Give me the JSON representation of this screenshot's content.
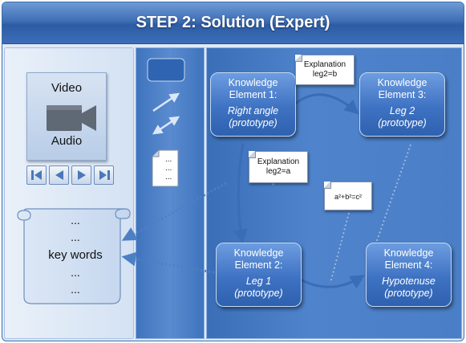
{
  "title": "STEP 2: Solution (Expert)",
  "media": {
    "video_label": "Video",
    "audio_label": "Audio",
    "camera_icon": "video-camera-icon",
    "controls": [
      "skip-back-icon",
      "rewind-icon",
      "play-icon",
      "skip-forward-icon"
    ]
  },
  "scroll": {
    "lines": [
      "...",
      "...",
      "key words",
      "...",
      "..."
    ]
  },
  "legend": {
    "doc_lines": [
      "...",
      "...",
      "..."
    ]
  },
  "nodes": [
    {
      "name_line1": "Knowledge",
      "name_line2": "Element 1:",
      "sub_line1": "Right angle",
      "sub_line2": "(prototype)"
    },
    {
      "name_line1": "Knowledge",
      "name_line2": "Element 2:",
      "sub_line1": "Leg 1",
      "sub_line2": "(prototype)"
    },
    {
      "name_line1": "Knowledge",
      "name_line2": "Element 3:",
      "sub_line1": "Leg 2",
      "sub_line2": "(prototype)"
    },
    {
      "name_line1": "Knowledge",
      "name_line2": "Element 4:",
      "sub_line1": "Hypotenuse",
      "sub_line2": "(prototype)"
    }
  ],
  "notes": {
    "leg2b": {
      "line1": "Explanation",
      "line2": "leg2=b"
    },
    "leg2a": {
      "line1": "Explanation",
      "line2": "leg2=a"
    },
    "pythagoras": {
      "formula": "a²+b²=c²"
    }
  },
  "colors": {
    "title_bg": "#3f6fb6",
    "node_bg": "#3e72c2",
    "arrow_solid": "#3a6db8",
    "arrow_dotted": "#4d7fc5"
  }
}
